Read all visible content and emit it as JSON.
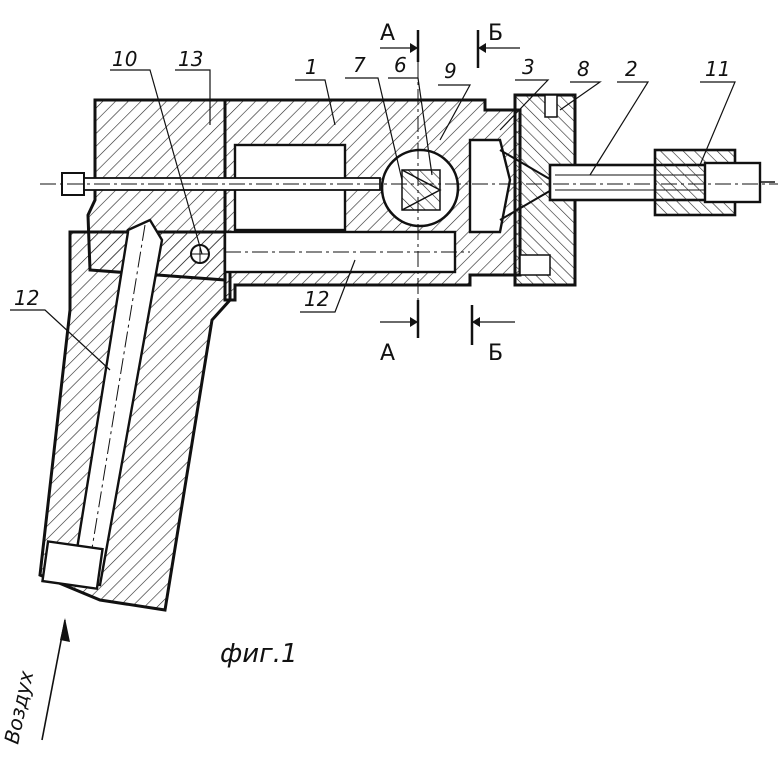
{
  "figure": {
    "caption": "фиг.1",
    "air_label": "Воздух",
    "section_a": "А",
    "section_b": "Б"
  },
  "labels": {
    "body": "1",
    "nozzle": "2",
    "cone": "3",
    "ball": "6",
    "seat": "7",
    "nut": "8",
    "pin": "9",
    "valve": "10",
    "fitting": "11",
    "channel_handle": "12",
    "channel_body": "12",
    "cover": "13"
  }
}
